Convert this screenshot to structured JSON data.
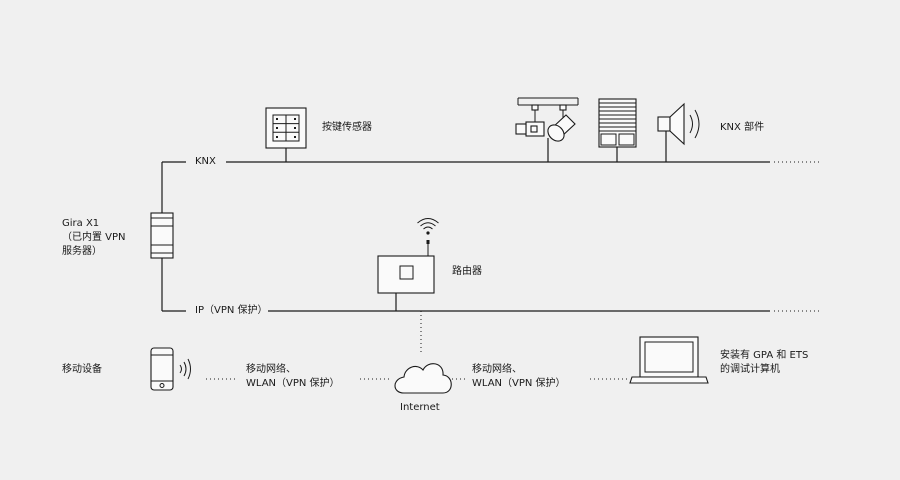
{
  "bus": {
    "knx_label": "KNX",
    "ip_label": "IP（VPN 保护）"
  },
  "gira": {
    "line1": "Gira X1",
    "line2": "（已内置 VPN",
    "line3": "服务器）"
  },
  "push_button_label": "按键传感器",
  "knx_devices_label": "KNX 部件",
  "router_label": "路由器",
  "mobile_device_label": "移动设备",
  "mobile_link": {
    "line1": "移动网络、",
    "line2": "WLAN（VPN 保护）"
  },
  "internet_label": "Internet",
  "laptop_link": {
    "line1": "移动网络、",
    "line2": "WLAN（VPN 保护）"
  },
  "laptop": {
    "line1": "安装有 GPA 和 ETS",
    "line2": "的调试计算机"
  },
  "icons": {
    "gira": "gira-x1-icon",
    "push_button": "push-button-sensor-icon",
    "spotlight": "spotlight-icon",
    "blind": "blind-icon",
    "speaker": "speaker-icon",
    "router": "router-icon",
    "wifi": "wifi-icon",
    "smartphone": "smartphone-icon",
    "cloud": "cloud-icon",
    "laptop": "laptop-icon"
  }
}
